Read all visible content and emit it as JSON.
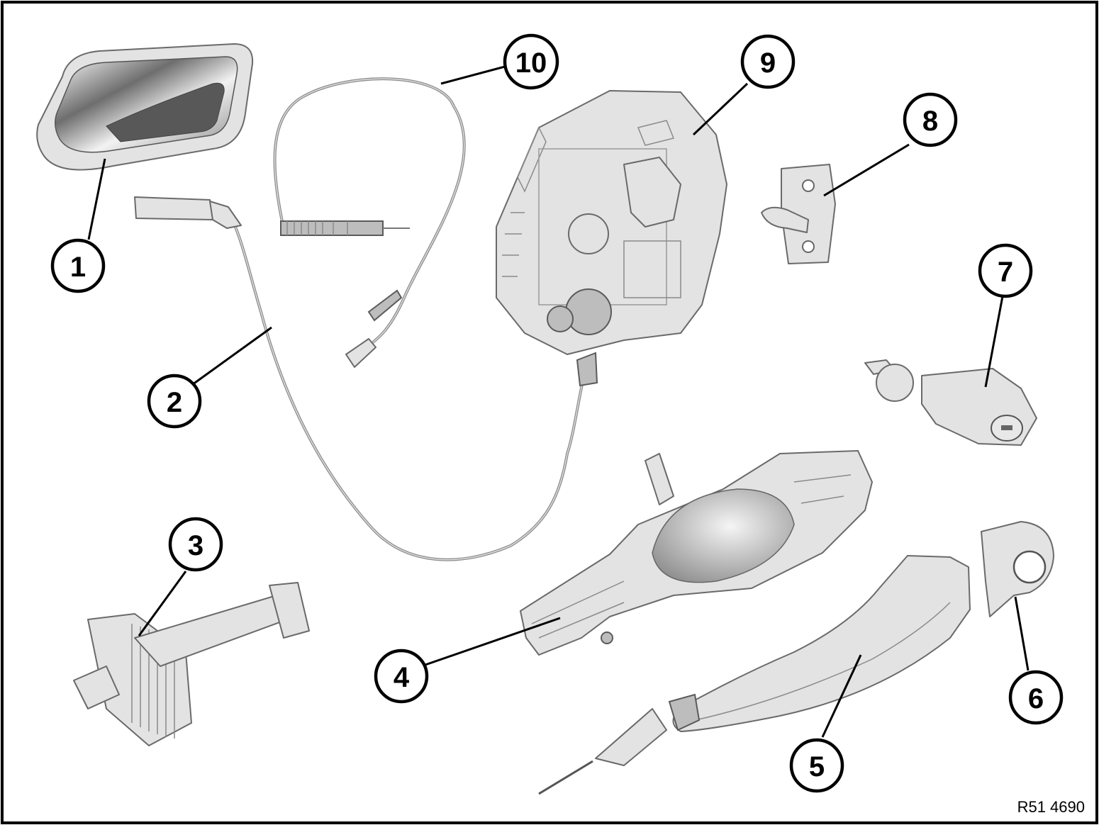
{
  "callouts": [
    {
      "id": "1",
      "label": "1"
    },
    {
      "id": "2",
      "label": "2"
    },
    {
      "id": "3",
      "label": "3"
    },
    {
      "id": "4",
      "label": "4"
    },
    {
      "id": "5",
      "label": "5"
    },
    {
      "id": "6",
      "label": "6"
    },
    {
      "id": "7",
      "label": "7"
    },
    {
      "id": "8",
      "label": "8"
    },
    {
      "id": "9",
      "label": "9"
    },
    {
      "id": "10",
      "label": "10"
    }
  ],
  "reference_code": "R51 4690",
  "colors": {
    "line": "#000000",
    "part_fill": "#e3e3e3",
    "part_shadow": "#bdbdbd",
    "background": "#ffffff"
  }
}
